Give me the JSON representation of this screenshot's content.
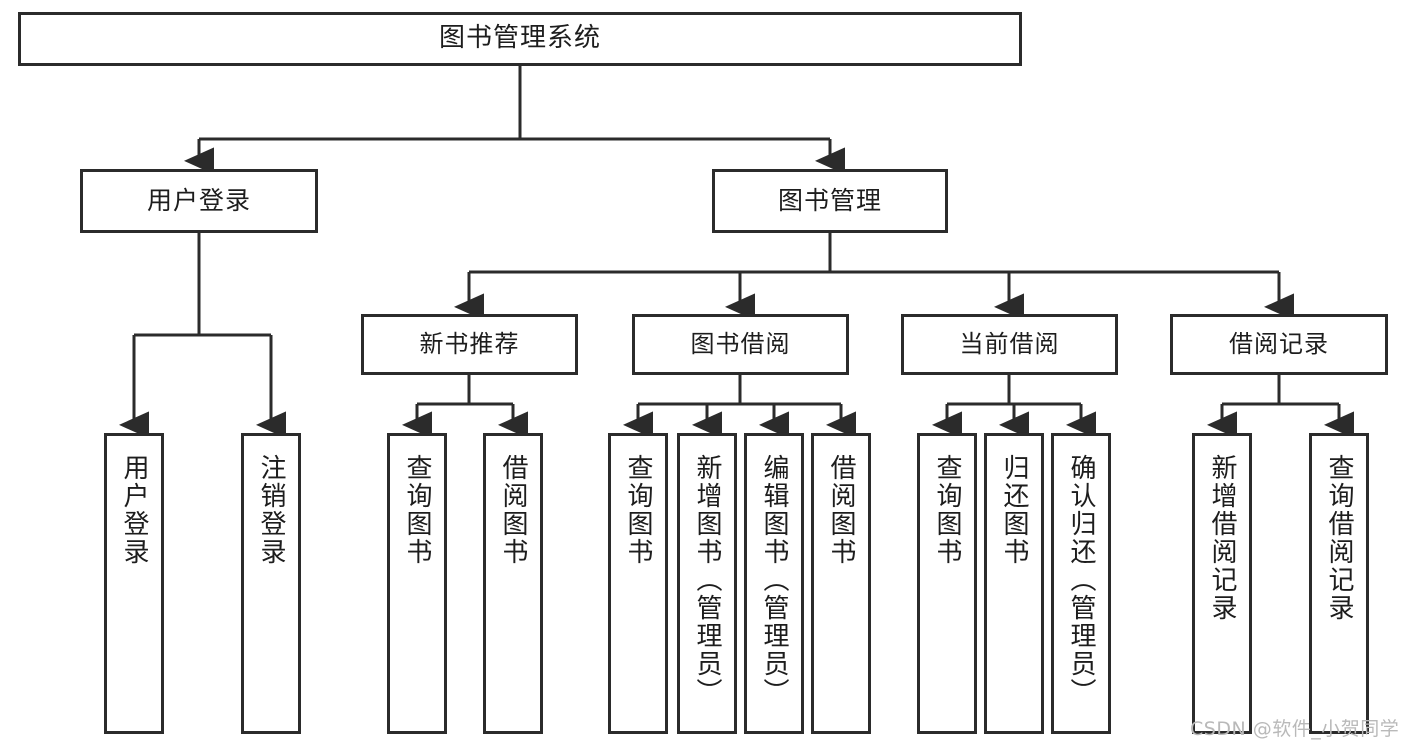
{
  "diagram": {
    "type": "tree",
    "title": "图书管理系统",
    "root": {
      "id": "system",
      "label": "图书管理系统"
    },
    "level1": [
      {
        "id": "user-login",
        "label": "用户登录"
      },
      {
        "id": "book-management",
        "label": "图书管理"
      }
    ],
    "level2": [
      {
        "id": "new-book-recommend",
        "label": "新书推荐",
        "parent": "book-management"
      },
      {
        "id": "book-borrow",
        "label": "图书借阅",
        "parent": "book-management"
      },
      {
        "id": "current-borrow",
        "label": "当前借阅",
        "parent": "book-management"
      },
      {
        "id": "borrow-record",
        "label": "借阅记录",
        "parent": "book-management"
      }
    ],
    "leaves": {
      "user_login": [
        {
          "id": "leaf-user-login",
          "label": "用户登录"
        },
        {
          "id": "leaf-user-logout",
          "label": "注销登录"
        }
      ],
      "new_book_recommend": [
        {
          "id": "leaf-query-book-1",
          "label": "查询图书"
        },
        {
          "id": "leaf-borrow-book-1",
          "label": "借阅图书"
        }
      ],
      "book_borrow": [
        {
          "id": "leaf-query-book-2",
          "label": "查询图书"
        },
        {
          "id": "leaf-add-book",
          "label": "新增图书（管理员）"
        },
        {
          "id": "leaf-edit-book",
          "label": "编辑图书（管理员）"
        },
        {
          "id": "leaf-borrow-book-2",
          "label": "借阅图书"
        }
      ],
      "current_borrow": [
        {
          "id": "leaf-query-book-3",
          "label": "查询图书"
        },
        {
          "id": "leaf-return-book",
          "label": "归还图书"
        },
        {
          "id": "leaf-confirm-return",
          "label": "确认归还（管理员）"
        }
      ],
      "borrow_record": [
        {
          "id": "leaf-add-record",
          "label": "新增借阅记录"
        },
        {
          "id": "leaf-query-record",
          "label": "查询借阅记录"
        }
      ]
    },
    "colors": {
      "stroke": "#2b2b2b",
      "fill": "#ffffff",
      "text": "#1d1d1d",
      "watermark": "#b9b9b9"
    }
  },
  "watermark": {
    "text": "CSDN @软件_小贺同学"
  }
}
